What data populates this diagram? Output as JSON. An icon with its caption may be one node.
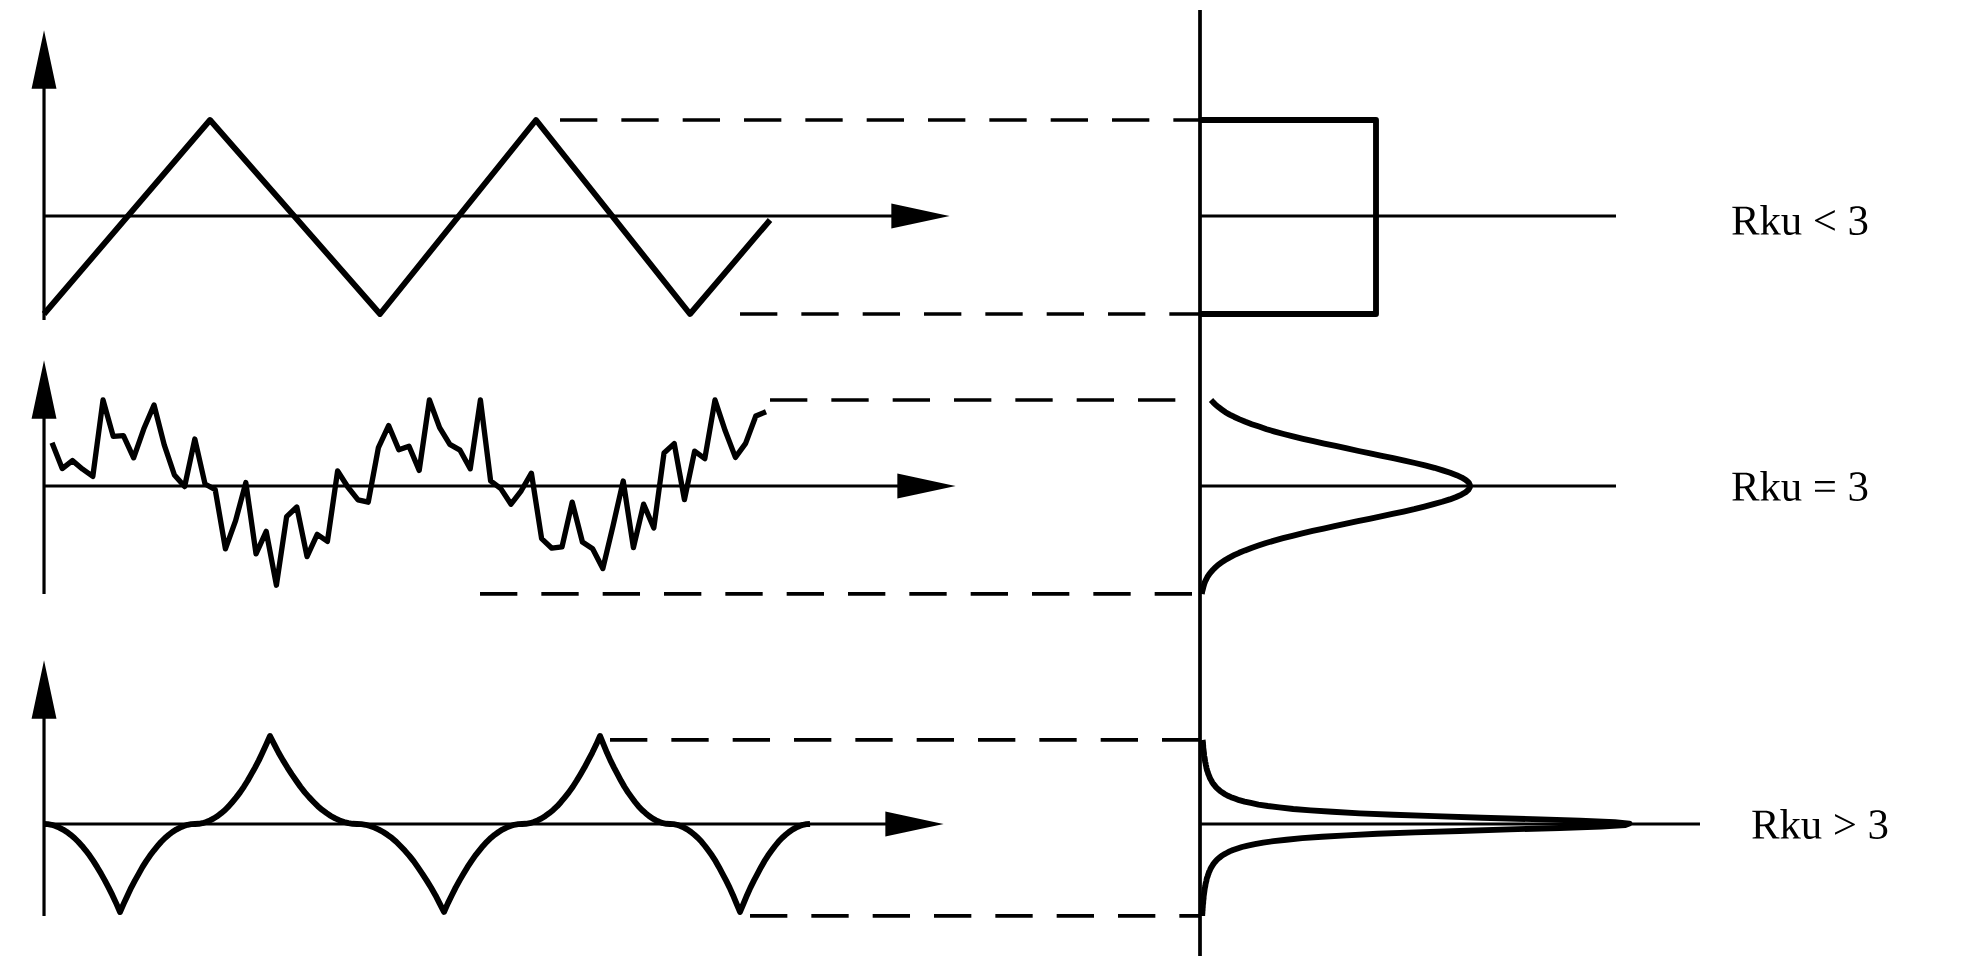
{
  "diagram": {
    "labels": [
      "Rku < 3",
      "Rku = 3",
      "Rku > 3"
    ]
  }
}
